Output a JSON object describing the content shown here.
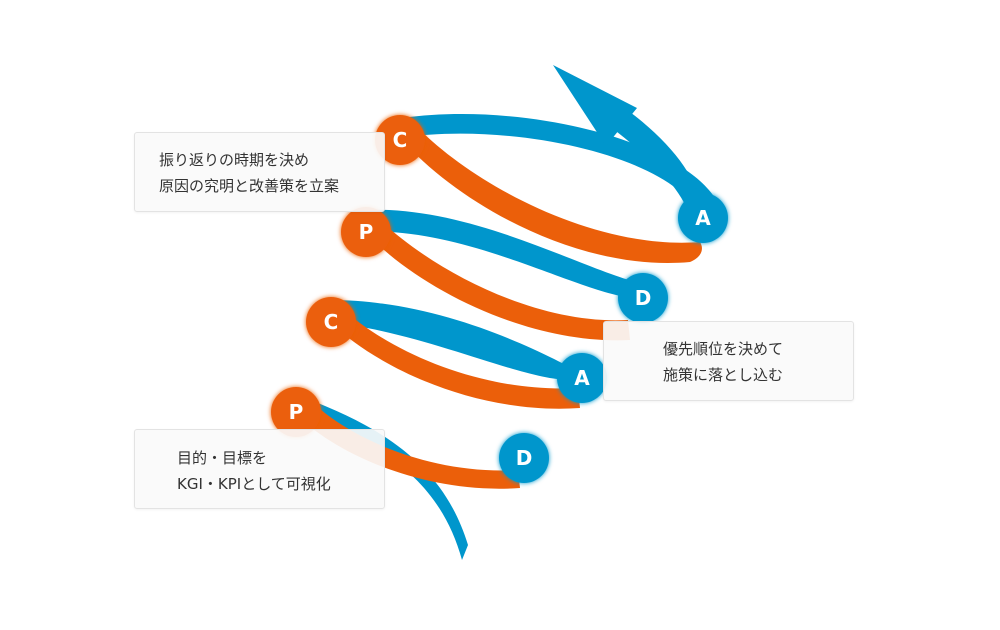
{
  "colors": {
    "blue": "#0096CC",
    "orange": "#EB5F0A",
    "note_background": "#FAFAFA"
  },
  "notes": {
    "top": {
      "line1": "振り返りの時期を決め",
      "line2": "原因の究明と改善策を立案"
    },
    "right": {
      "line1": "優先順位を決めて",
      "line2": "施策に落とし込む"
    },
    "bottom": {
      "line1": "目的・目標を",
      "line2": "KGI・KPIとして可視化"
    }
  },
  "badges": {
    "p1": "P",
    "d1": "D",
    "c1": "C",
    "a1": "A",
    "p2": "P",
    "d2": "D",
    "c2": "C",
    "a2": "A"
  }
}
